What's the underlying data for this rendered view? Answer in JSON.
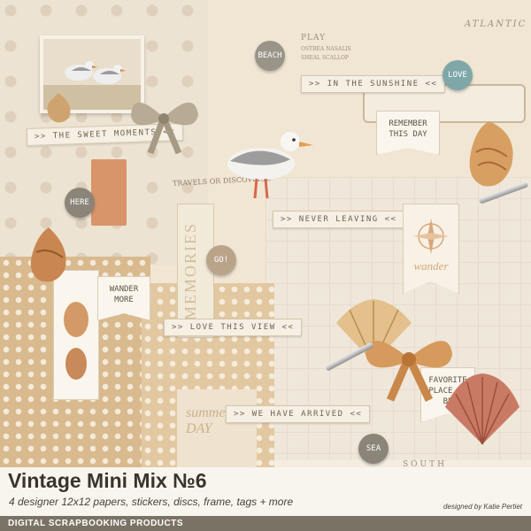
{
  "product": {
    "title": "Vintage Mini Mix №6",
    "subtitle": "4 designer 12x12 papers, stickers, discs, frame, tags + more",
    "designer": "designed by Katie Pertiet",
    "brand": "DIGITAL SCRAPBOOKING PRODUCTS"
  },
  "strips": {
    "in_the_sunshine": ">> IN THE SUNSHINE <<",
    "sweet_moments": ">> THE SWEET MOMENTS <<",
    "never_leaving": ">> NEVER LEAVING <<",
    "love_this_view": ">> LOVE THIS VIEW <<",
    "we_have_arrived": ">> WE HAVE ARRIVED <<"
  },
  "discs": {
    "beach": "BEACH",
    "love": "LOVE",
    "here": "HERE",
    "go": "GO!",
    "sea": "SEA"
  },
  "flags": {
    "remember": "REMEMBER THIS DAY",
    "wander_more": "WANDER MORE",
    "favorite_place": "FAVORITE PLACE TO BE",
    "wander": "wander"
  },
  "paper_text": {
    "memories": "MEMORIES",
    "travels": "TRAVELS OR DISCOVERIE",
    "summer_day": "summer DAY",
    "play": "PLAY",
    "atlantic": "ATLANTIC",
    "south": "SOUTH",
    "map_lines": [
      "OSTREA NASALIS",
      "SHEAL SCALLOP"
    ]
  },
  "colors": {
    "disc_gray": "#9a9388",
    "disc_teal": "#7fa7a8",
    "disc_tan": "#b9a48a",
    "disc_slate": "#8b8478",
    "ribbon": "#d59a5c",
    "bottom_bar": "#7a7264"
  },
  "icons": [
    "seagull-icon",
    "shell-icon",
    "safety-pin-icon",
    "ribbon-bow-icon",
    "compass-icon"
  ]
}
